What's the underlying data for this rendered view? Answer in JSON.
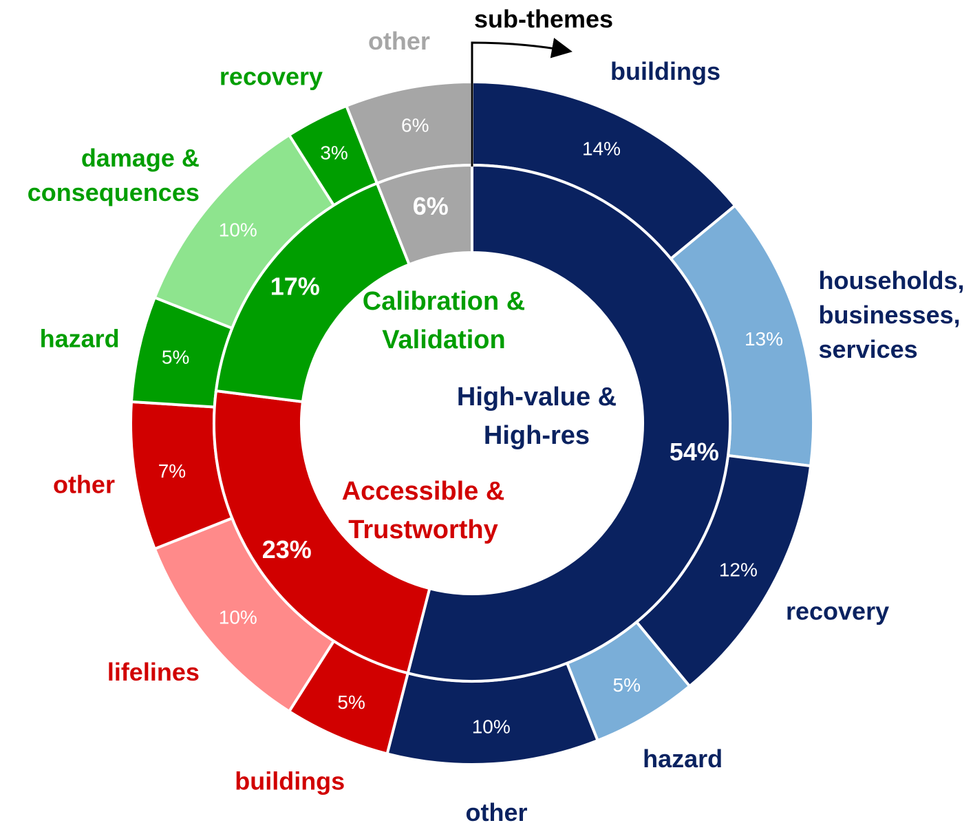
{
  "chart_data": {
    "type": "pie",
    "subtitle": "sub-themes",
    "themes": [
      {
        "key": "hv",
        "label": "High-value &\nHigh-res",
        "value": 54,
        "value_label": "54%",
        "color": "#0a2260"
      },
      {
        "key": "at",
        "label": "Accessible &\nTrustworthy",
        "value": 23,
        "value_label": "23%",
        "color": "#d10000"
      },
      {
        "key": "cv",
        "label": "Calibration &\nValidation",
        "value": 17,
        "value_label": "17%",
        "color": "#009e00"
      },
      {
        "key": "ot",
        "label": "",
        "value": 6,
        "value_label": "6%",
        "color": "#a6a6a6"
      }
    ],
    "subthemes": [
      {
        "theme": "hv",
        "label": "buildings",
        "value": 14,
        "value_label": "14%",
        "color": "#0a2260",
        "label_color": "#0a2260"
      },
      {
        "theme": "hv",
        "label": "households,\nbusinesses,\nservices",
        "value": 13,
        "value_label": "13%",
        "color": "#7aaed8",
        "label_color": "#0a2260"
      },
      {
        "theme": "hv",
        "label": "recovery",
        "value": 12,
        "value_label": "12%",
        "color": "#0a2260",
        "label_color": "#0a2260"
      },
      {
        "theme": "hv",
        "label": "hazard",
        "value": 5,
        "value_label": "5%",
        "color": "#7aaed8",
        "label_color": "#0a2260"
      },
      {
        "theme": "hv",
        "label": "other",
        "value": 10,
        "value_label": "10%",
        "color": "#0a2260",
        "label_color": "#0a2260"
      },
      {
        "theme": "at",
        "label": "buildings",
        "value": 5,
        "value_label": "5%",
        "color": "#d10000",
        "label_color": "#d10000"
      },
      {
        "theme": "at",
        "label": "lifelines",
        "value": 10,
        "value_label": "10%",
        "color": "#ff8a8a",
        "label_color": "#d10000"
      },
      {
        "theme": "at",
        "label": "other",
        "value": 7,
        "value_label": "7%",
        "color": "#d10000",
        "label_color": "#d10000"
      },
      {
        "theme": "cv",
        "label": "hazard",
        "value": 5,
        "value_label": "5%",
        "color": "#009e00",
        "label_color": "#009e00"
      },
      {
        "theme": "cv",
        "label": "damage &\nconsequences",
        "value": 10,
        "value_label": "10%",
        "color": "#8ee48e",
        "label_color": "#009e00"
      },
      {
        "theme": "cv",
        "label": "recovery",
        "value": 3,
        "value_label": "3%",
        "color": "#009e00",
        "label_color": "#009e00"
      },
      {
        "theme": "ot",
        "label": "other",
        "value": 6,
        "value_label": "6%",
        "color": "#a6a6a6",
        "label_color": "#a6a6a6"
      }
    ]
  }
}
